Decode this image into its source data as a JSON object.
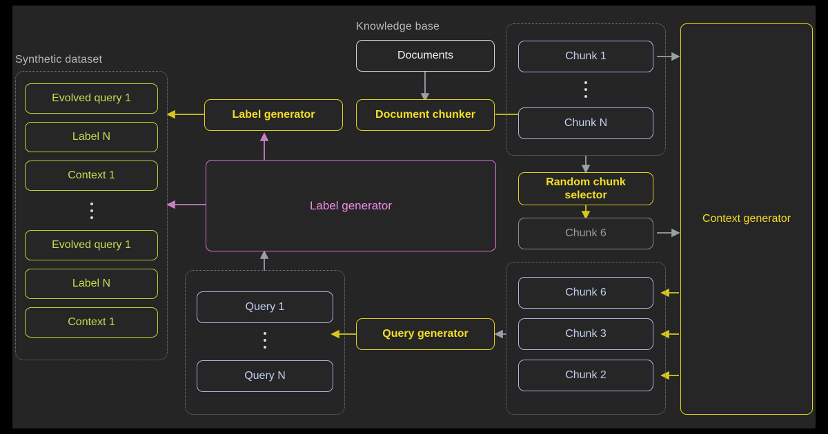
{
  "canvas": {
    "background": "#252525",
    "frame": "#000000"
  },
  "palette": {
    "green": "#b6d335",
    "blue": "#aab7e0",
    "yellow": "#e3d31a",
    "magenta": "#dd73d8",
    "white": "#d6d6d6",
    "gray": "#8e8e8e",
    "group_border": "#7a7a7a",
    "group_title": "#b7b7b7"
  },
  "groups": {
    "synthetic_dataset": {
      "title": "Synthetic dataset"
    },
    "knowledge_base": {
      "title": "Knowledge base"
    },
    "chunks": {
      "title": ""
    },
    "queries": {
      "title": ""
    },
    "selected_chunks": {
      "title": ""
    }
  },
  "synthetic_dataset": {
    "items": [
      {
        "label": "Evolved query 1",
        "color": "green"
      },
      {
        "label": "Label N",
        "color": "green"
      },
      {
        "label": "Context 1",
        "color": "green"
      },
      {
        "label": "⋮",
        "color": "dots"
      },
      {
        "label": "Evolved query 1",
        "color": "green"
      },
      {
        "label": "Label N",
        "color": "green"
      },
      {
        "label": "Context 1",
        "color": "green"
      }
    ]
  },
  "knowledge_base": {
    "documents": {
      "label": "Documents",
      "color": "white"
    },
    "document_chunker": {
      "label": "Document chunker",
      "color": "yellow"
    }
  },
  "processors": {
    "label_generator_small": {
      "label": "Label generator",
      "color": "yellow"
    },
    "label_generator_big": {
      "label": "Label generator",
      "color": "magenta"
    },
    "query_generator": {
      "label": "Query generator",
      "color": "yellow"
    },
    "random_chunk_selector": {
      "label": "Random chunk\nselector",
      "line1": "Random chunk",
      "line2": "selector",
      "color": "yellow"
    },
    "context_generator": {
      "label": "Context generator",
      "color": "yellow"
    }
  },
  "chunks": {
    "items": [
      {
        "label": "Chunk 1",
        "color": "blue"
      },
      {
        "label": "⋮",
        "color": "dots"
      },
      {
        "label": "Chunk N",
        "color": "blue"
      }
    ]
  },
  "selected_chunk": {
    "label": "Chunk 6",
    "color": "gray"
  },
  "retrieved_chunks": {
    "items": [
      {
        "label": "Chunk 6",
        "color": "blue"
      },
      {
        "label": "Chunk 3",
        "color": "blue"
      },
      {
        "label": "Chunk 2",
        "color": "blue"
      }
    ]
  },
  "queries": {
    "items": [
      {
        "label": "Query 1",
        "color": "blue"
      },
      {
        "label": "⋮",
        "color": "dots"
      },
      {
        "label": "Query N",
        "color": "blue"
      }
    ]
  },
  "arrows": [
    {
      "name": "documents-to-chunker",
      "color": "#9aa0aa"
    },
    {
      "name": "chunker-to-chunks",
      "color": "#e3d31a"
    },
    {
      "name": "chunks-to-random-selector",
      "color": "#9aa0aa"
    },
    {
      "name": "random-selector-to-chunk6",
      "color": "#e3d31a"
    },
    {
      "name": "chunk1-to-context-generator",
      "color": "#9aa0aa"
    },
    {
      "name": "chunk6-to-context-generator",
      "color": "#9aa0aa"
    },
    {
      "name": "context-generator-to-retrieved-chunks",
      "color": "#e3d31a"
    },
    {
      "name": "retrieved-chunks-to-query-generator",
      "color": "#9aa0aa"
    },
    {
      "name": "query-generator-to-queries",
      "color": "#e3d31a"
    },
    {
      "name": "queries-to-label-generator-big",
      "color": "#9aa0aa"
    },
    {
      "name": "label-generator-big-to-label-generator-small",
      "color": "#dd73d8"
    },
    {
      "name": "label-generator-small-to-dataset",
      "color": "#e3d31a"
    },
    {
      "name": "label-generator-big-to-dataset",
      "color": "#dd73d8"
    }
  ]
}
